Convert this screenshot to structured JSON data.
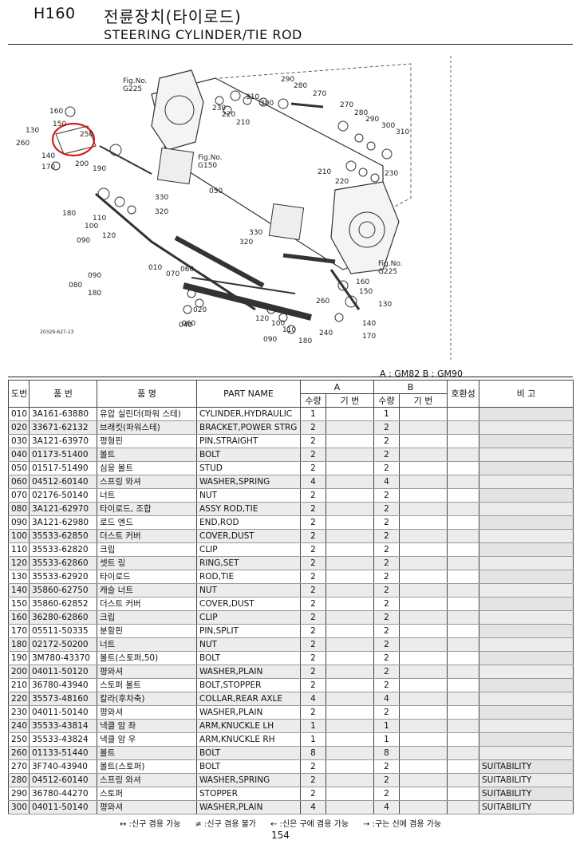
{
  "header": {
    "code": "H160",
    "title_ko": "전륜장치(타이로드)",
    "title_en": "STEERING CYLINDER/TIE ROD"
  },
  "diagram": {
    "fig_refs": [
      "Fig.No. G225",
      "Fig.No. G150",
      "Fig.No. G225"
    ],
    "callouts": [
      "160",
      "150",
      "130",
      "260",
      "140",
      "170",
      "250",
      "200",
      "190",
      "180",
      "110",
      "100",
      "120",
      "090",
      "330",
      "320",
      "050",
      "010",
      "060",
      "070",
      "040",
      "020",
      "080",
      "280",
      "290",
      "300",
      "310",
      "270",
      "230",
      "220",
      "210",
      "240",
      "090",
      "180",
      "20329-627-13"
    ]
  },
  "model_note": "A : GM82   B : GM90",
  "table": {
    "headers": {
      "no": "도번",
      "part_no": "품 번",
      "name_ko": "품 명",
      "part_name": "PART NAME",
      "group_a": "A",
      "group_b": "B",
      "qty": "수량",
      "code": "기 번",
      "compat": "호환성",
      "remarks": "비 고"
    },
    "rows": [
      {
        "no": "010",
        "part": "3A161-63880",
        "ko": "유압 실린더(파워 스테)",
        "en": "CYLINDER,HYDRAULIC",
        "a": "1",
        "b": "1",
        "rem": ""
      },
      {
        "no": "020",
        "part": "33671-62132",
        "ko": "브래킷(파워스테)",
        "en": "BRACKET,POWER STRG",
        "a": "2",
        "b": "2",
        "rem": ""
      },
      {
        "no": "030",
        "part": "3A121-63970",
        "ko": "평형핀",
        "en": "PIN,STRAIGHT",
        "a": "2",
        "b": "2",
        "rem": ""
      },
      {
        "no": "040",
        "part": "01173-51400",
        "ko": "볼트",
        "en": "BOLT",
        "a": "2",
        "b": "2",
        "rem": ""
      },
      {
        "no": "050",
        "part": "01517-51490",
        "ko": "심응 볼트",
        "en": "STUD",
        "a": "2",
        "b": "2",
        "rem": ""
      },
      {
        "no": "060",
        "part": "04512-60140",
        "ko": "스프링 와셔",
        "en": "WASHER,SPRING",
        "a": "4",
        "b": "4",
        "rem": ""
      },
      {
        "no": "070",
        "part": "02176-50140",
        "ko": "너트",
        "en": "NUT",
        "a": "2",
        "b": "2",
        "rem": ""
      },
      {
        "no": "080",
        "part": "3A121-62970",
        "ko": "타이로드, 조합",
        "en": "ASSY ROD,TIE",
        "a": "2",
        "b": "2",
        "rem": ""
      },
      {
        "no": "090",
        "part": "3A121-62980",
        "ko": "로드 엔드",
        "en": "END,ROD",
        "a": "2",
        "b": "2",
        "rem": ""
      },
      {
        "no": "100",
        "part": "35533-62850",
        "ko": "더스트 커버",
        "en": "COVER,DUST",
        "a": "2",
        "b": "2",
        "rem": ""
      },
      {
        "no": "110",
        "part": "35533-62820",
        "ko": "크립",
        "en": "CLIP",
        "a": "2",
        "b": "2",
        "rem": ""
      },
      {
        "no": "120",
        "part": "35533-62860",
        "ko": "셋트 링",
        "en": "RING,SET",
        "a": "2",
        "b": "2",
        "rem": ""
      },
      {
        "no": "130",
        "part": "35533-62920",
        "ko": "타이로드",
        "en": "ROD,TIE",
        "a": "2",
        "b": "2",
        "rem": ""
      },
      {
        "no": "140",
        "part": "35860-62750",
        "ko": "캐슬 너트",
        "en": "NUT",
        "a": "2",
        "b": "2",
        "rem": ""
      },
      {
        "no": "150",
        "part": "35860-62852",
        "ko": "더스트 커버",
        "en": "COVER,DUST",
        "a": "2",
        "b": "2",
        "rem": ""
      },
      {
        "no": "160",
        "part": "36280-62860",
        "ko": "크립",
        "en": "CLIP",
        "a": "2",
        "b": "2",
        "rem": ""
      },
      {
        "no": "170",
        "part": "05511-50335",
        "ko": "분할핀",
        "en": "PIN,SPLIT",
        "a": "2",
        "b": "2",
        "rem": ""
      },
      {
        "no": "180",
        "part": "02172-50200",
        "ko": "너트",
        "en": "NUT",
        "a": "2",
        "b": "2",
        "rem": ""
      },
      {
        "no": "190",
        "part": "3M780-43370",
        "ko": "볼트(스토퍼,50)",
        "en": "BOLT",
        "a": "2",
        "b": "2",
        "rem": ""
      },
      {
        "no": "200",
        "part": "04011-50120",
        "ko": "평와셔",
        "en": "WASHER,PLAIN",
        "a": "2",
        "b": "2",
        "rem": ""
      },
      {
        "no": "210",
        "part": "36780-43940",
        "ko": "스토퍼 볼트",
        "en": "BOLT,STOPPER",
        "a": "2",
        "b": "2",
        "rem": ""
      },
      {
        "no": "220",
        "part": "35573-48160",
        "ko": "칼라(후차축)",
        "en": "COLLAR,REAR AXLE",
        "a": "4",
        "b": "4",
        "rem": ""
      },
      {
        "no": "230",
        "part": "04011-50140",
        "ko": "평와셔",
        "en": "WASHER,PLAIN",
        "a": "2",
        "b": "2",
        "rem": ""
      },
      {
        "no": "240",
        "part": "35533-43814",
        "ko": "낵클 암 좌",
        "en": "ARM,KNUCKLE LH",
        "a": "1",
        "b": "1",
        "rem": ""
      },
      {
        "no": "250",
        "part": "35533-43824",
        "ko": "낵클 암 우",
        "en": "ARM,KNUCKLE RH",
        "a": "1",
        "b": "1",
        "rem": ""
      },
      {
        "no": "260",
        "part": "01133-51440",
        "ko": "볼트",
        "en": "BOLT",
        "a": "8",
        "b": "8",
        "rem": ""
      },
      {
        "no": "270",
        "part": "3F740-43940",
        "ko": "볼트(스토퍼)",
        "en": "BOLT",
        "a": "2",
        "b": "2",
        "rem": "SUITABILITY"
      },
      {
        "no": "280",
        "part": "04512-60140",
        "ko": "스프링 와셔",
        "en": "WASHER,SPRING",
        "a": "2",
        "b": "2",
        "rem": "SUITABILITY"
      },
      {
        "no": "290",
        "part": "36780-44270",
        "ko": "스토퍼",
        "en": "STOPPER",
        "a": "2",
        "b": "2",
        "rem": "SUITABILITY"
      },
      {
        "no": "300",
        "part": "04011-50140",
        "ko": "평와셔",
        "en": "WASHER,PLAIN",
        "a": "4",
        "b": "4",
        "rem": "SUITABILITY"
      }
    ]
  },
  "footer": {
    "legends": [
      "↔ :신구 겸용 가능",
      "≠ :신구 겸용 불가",
      "← :신은 구에 겸용 가능",
      "→ :구는 신에 겸용 가능"
    ],
    "page": "154"
  }
}
